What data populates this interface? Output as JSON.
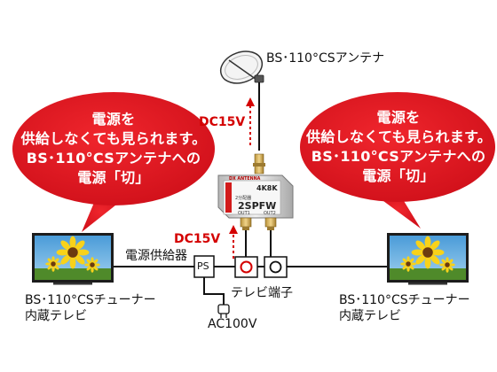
{
  "bubbles": {
    "left": {
      "line1": "電源を",
      "line2": "供給しなくても見られます。",
      "line3": "BS･110°CSアンテナへの",
      "line4": "電源「切」"
    },
    "right": {
      "line1": "電源を",
      "line2": "供給しなくても見られます。",
      "line3": "BS･110°CSアンテナへの",
      "line4": "電源「切」"
    }
  },
  "labels": {
    "antenna": "BS･110°CSアンテナ",
    "dc_upper": "DC15V",
    "dc_lower": "DC15V",
    "power_supply": "電源供給器",
    "ps_box": "PS",
    "tv_terminal": "テレビ端子",
    "ac": "AC100V",
    "tv_left_line1": "BS･110°CSチューナー",
    "tv_left_line2": "内蔵テレビ",
    "tv_right_line1": "BS･110°CSチューナー",
    "tv_right_line2": "内蔵テレビ"
  },
  "splitter": {
    "brand": "DX ANTENNA",
    "model": "2SPFW",
    "badge": "4K8K",
    "type_text": "2分配器",
    "out1": "OUT1",
    "out2": "OUT2"
  },
  "colors": {
    "bubble_red": "#e0141c",
    "dc_arrow_red": "#d40000",
    "cable": "#111111"
  }
}
